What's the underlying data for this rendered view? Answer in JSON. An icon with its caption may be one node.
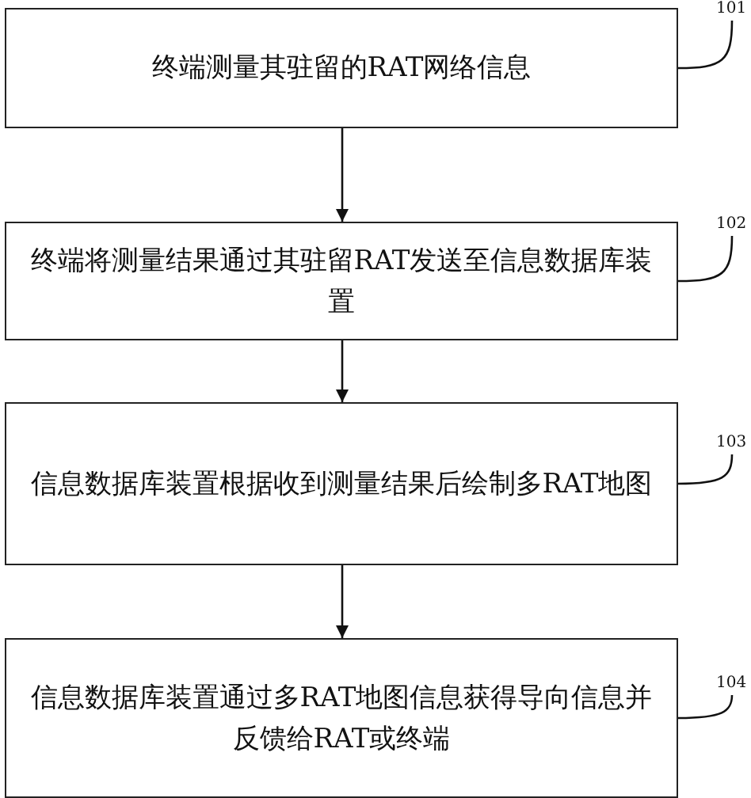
{
  "diagram": {
    "nodes": [
      {
        "text": [
          "终端测量其驻留的RAT网络信息"
        ]
      },
      {
        "text": [
          "终端将测量结果通过其驻留RAT发送至信息数据库装置"
        ]
      },
      {
        "text": [
          "信息数据库装置根据收到测量结果后绘制多RAT地图"
        ]
      },
      {
        "text": [
          "信息数据库装置通过多RAT地图信息获得导向信息并反馈给RAT或终端"
        ]
      },
      {
        "text": [
          "101"
        ]
      },
      {
        "text": [
          "102"
        ]
      },
      {
        "text": [
          "103"
        ]
      },
      {
        "text": [
          "104"
        ]
      }
    ],
    "edges": [
      {
        "from": 0,
        "to": 1,
        "arrow": "to"
      },
      {
        "from": 1,
        "to": 2,
        "arrow": "to"
      },
      {
        "from": 2,
        "to": 3,
        "arrow": "to"
      },
      {
        "from": 4,
        "to": 0,
        "arrow": "none"
      },
      {
        "from": 5,
        "to": 1,
        "arrow": "none"
      },
      {
        "from": 6,
        "to": 2,
        "arrow": "none"
      },
      {
        "from": 7,
        "to": 3,
        "arrow": "none"
      }
    ]
  }
}
